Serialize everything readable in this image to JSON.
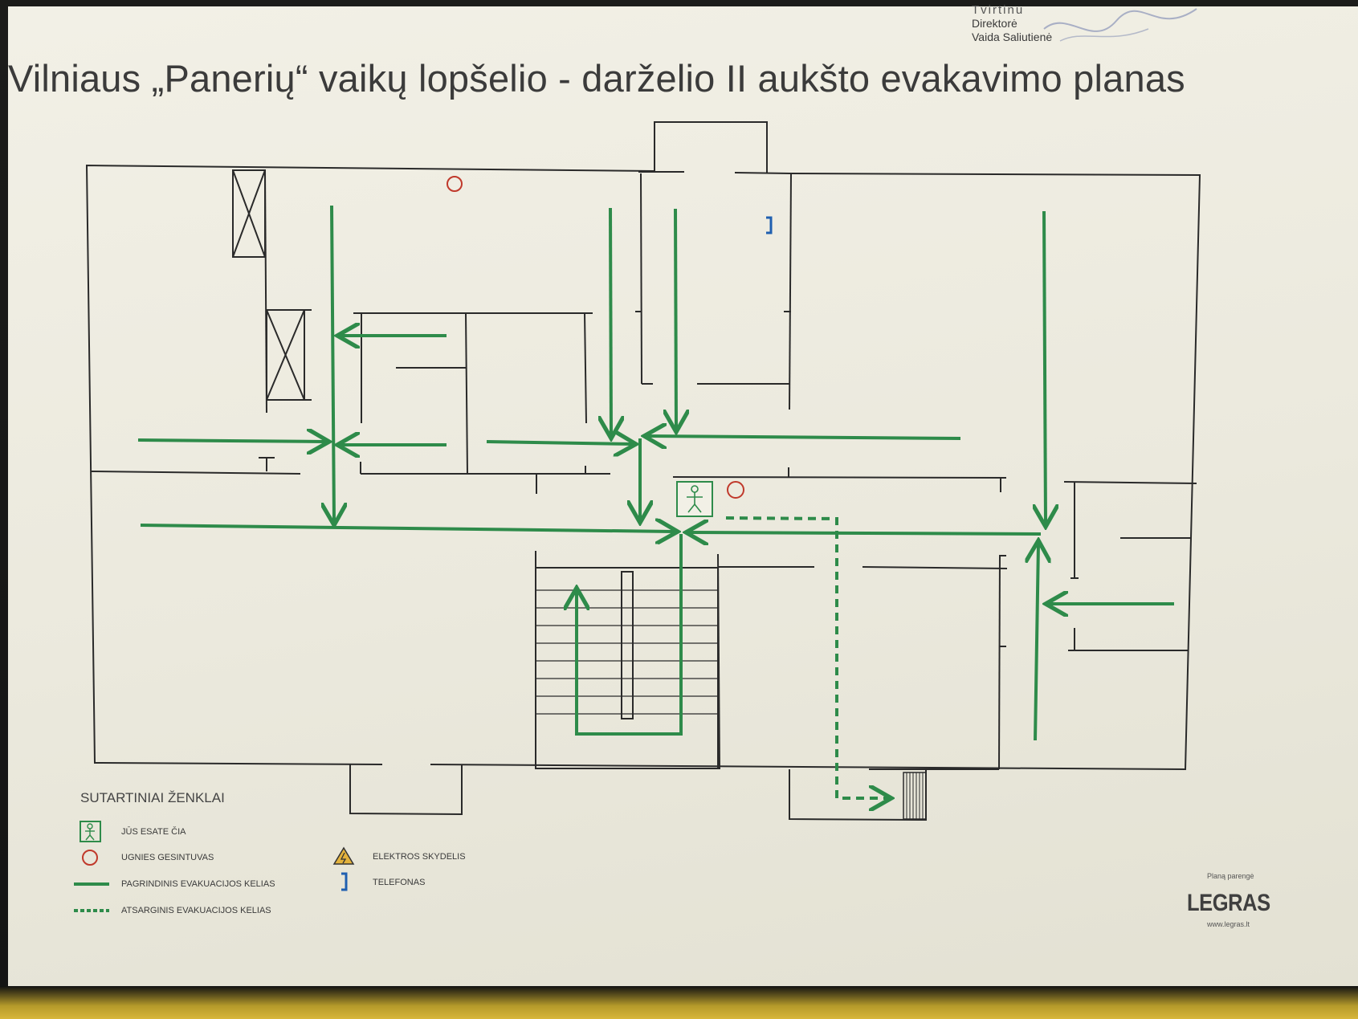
{
  "approval": {
    "line1": "Tvirtinu",
    "line2": "Direktorė",
    "line3": "Vaida Saliutienė"
  },
  "title": "Vilniaus „Panerių“ vaikų lopšelio - darželio  II aukšto evakavimo planas",
  "legend": {
    "heading": "SUTARTINIAI ŽENKLAI",
    "you_are_here": "JŪS ESATE ČIA",
    "extinguisher": "UGNIES GESINTUVAS",
    "main_route": "PAGRINDINIS EVAKUACIJOS KELIAS",
    "backup_route": "ATSARGINIS EVAKUACIJOS KELIAS",
    "electrical_panel": "ELEKTROS SKYDELIS",
    "phone": "TELEFONAS"
  },
  "brand": {
    "prepared_by": "Planą parengė",
    "name": "LEGRAS",
    "url": "www.legras.lt"
  },
  "colors": {
    "route_green": "#2e8b4a",
    "wall": "#2a2a2a",
    "extinguisher_red": "#c0392b",
    "phone_blue": "#1f5fb0"
  }
}
